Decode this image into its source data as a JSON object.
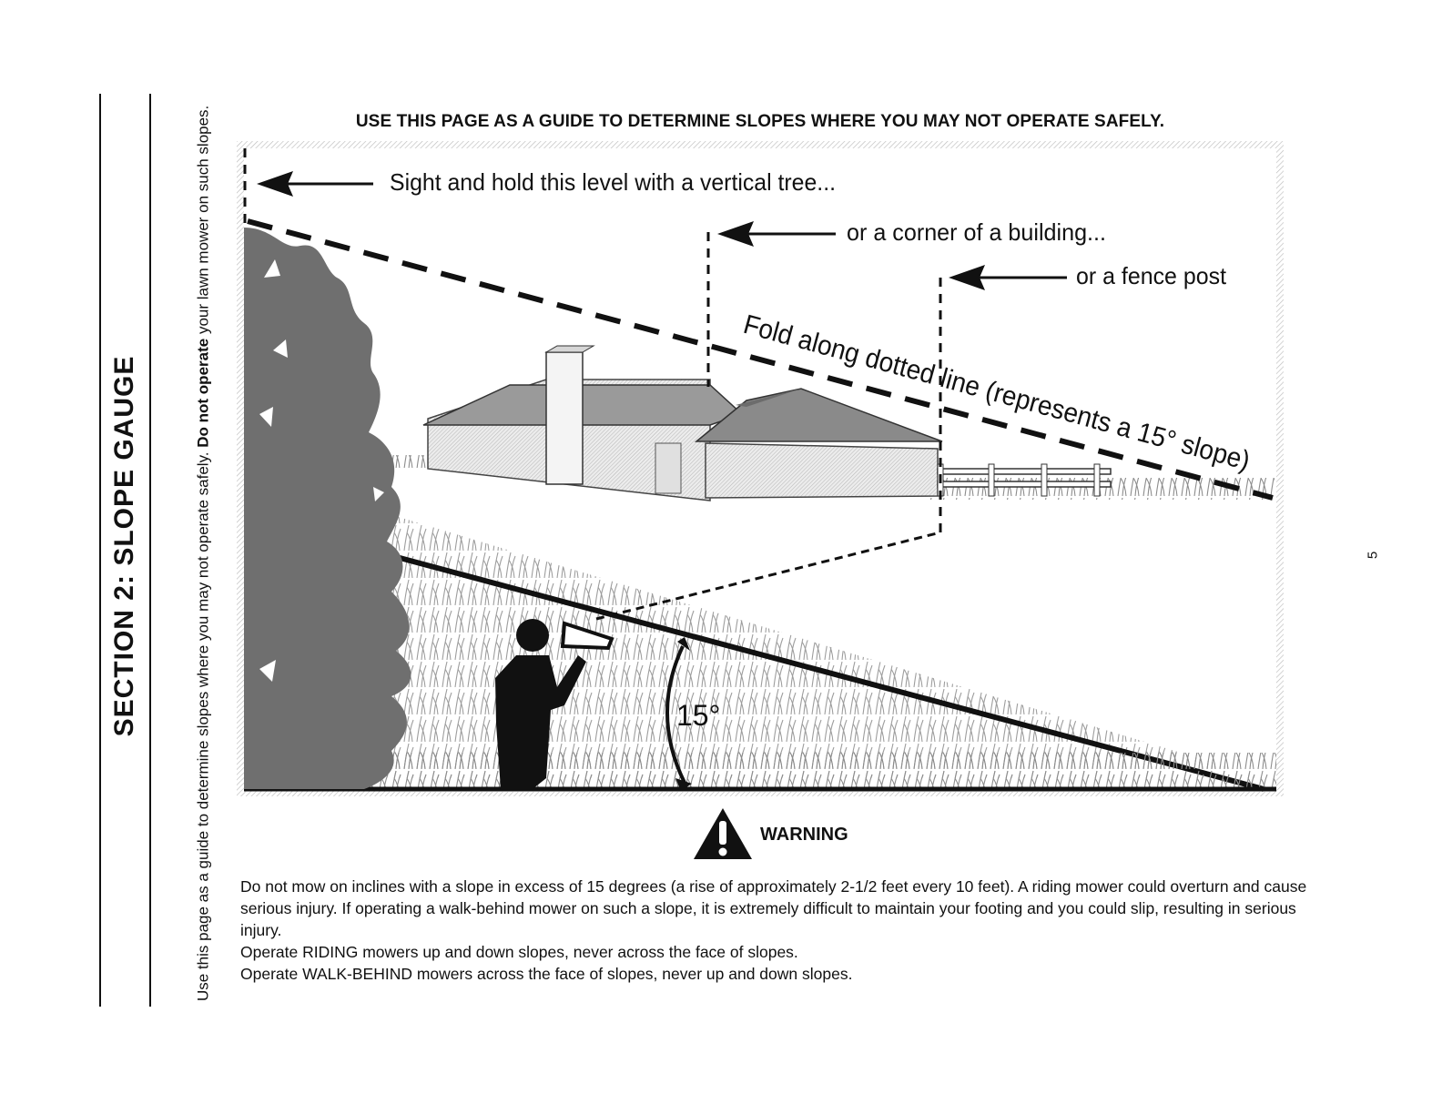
{
  "section": {
    "title": "SECTION 2:  SLOPE GAUGE",
    "note_plain": "Use this page as a guide to determine slopes where you may not operate safely. ",
    "note_bold": "Do not operate",
    "note_tail": " your lawn mower on such slopes.",
    "page_number": "5"
  },
  "heading": "USE THIS PAGE AS A GUIDE TO DETERMINE SLOPES WHERE YOU MAY NOT OPERATE SAFELY.",
  "figure": {
    "callout_tree": "Sight and hold this level with a vertical tree...",
    "callout_building": "or a corner of a building...",
    "callout_fence": "or a fence post",
    "fold_line": "Fold along dotted line (represents a 15° slope)",
    "angle_label": "15°",
    "slope_degrees": 15
  },
  "warning": {
    "label": "WARNING",
    "icon": "warning-triangle-icon",
    "paragraphs": [
      "Do not mow on inclines with a slope in excess of 15 degrees (a rise of approximately 2-1/2 feet every 10 feet).  A riding mower could overturn and cause serious injury.  If operating a walk-behind mower on such a slope, it is extremely difficult to maintain your footing and you could slip, resulting in serious injury.",
      "Operate RIDING mowers up and down slopes, never across the face of slopes.",
      "Operate WALK-BEHIND mowers across the face of slopes, never up and down slopes."
    ]
  }
}
